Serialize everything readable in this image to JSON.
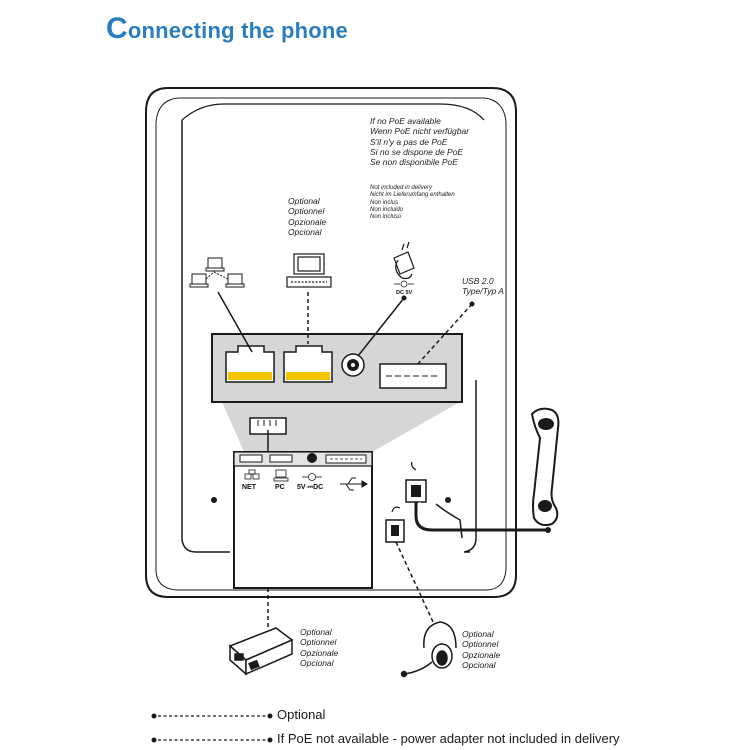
{
  "title": {
    "cap": "C",
    "rest": "onnecting the phone"
  },
  "poe_note": [
    "If no PoE available",
    "Wenn PoE nicht verfügbar",
    "S'il n'y a pas de PoE",
    "Si no se dispone de PoE",
    "Se non disponibile PoE"
  ],
  "not_included_note": [
    "Not included in delivery",
    "Nicht im Lieferumfang enthalten",
    "Non inclus",
    "Non incluido",
    "Non incluso"
  ],
  "optional_pc": [
    "Optional",
    "Optionnel",
    "Opzionale",
    "Opcional"
  ],
  "dc_label": "DC 5V",
  "usb_label": [
    "USB 2.0",
    "Type/Typ A"
  ],
  "ports": {
    "net": "NET",
    "pc": "PC",
    "dc": "5V ⎓DC"
  },
  "optional_injector": [
    "Optional",
    "Optionnel",
    "Opzionale",
    "Opcional"
  ],
  "optional_headset": [
    "Optional",
    "Optionnel",
    "Opzionale",
    "Opcional"
  ],
  "legend": {
    "optional": "Optional",
    "poe": "If PoE not available - power adapter not included in delivery"
  },
  "colors": {
    "title": "#2a7dbf",
    "port_yellow": "#f4c400",
    "panel_gray": "#d6d6d6"
  }
}
